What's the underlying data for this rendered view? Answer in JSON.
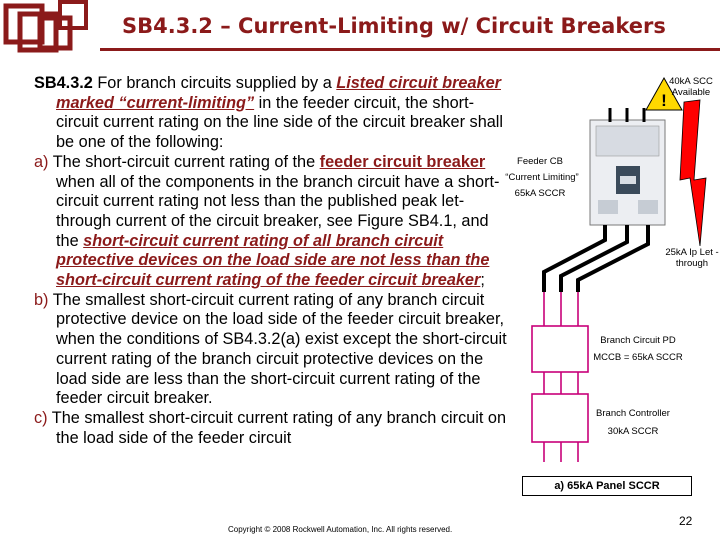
{
  "slide": {
    "title": "SB4.3.2 – Current-Limiting w/ Circuit Breakers",
    "page_number": "22",
    "footer": "Copyright © 2008 Rockwell Automation, Inc. All rights reserved."
  },
  "body": {
    "p1": {
      "num": "SB4.3.2",
      "t1": " For branch circuits supplied by a ",
      "link": "Listed circuit breaker marked “current-limiting”",
      "t2": " in the feeder circuit, the short-circuit current rating on the line side of the circuit breaker shall be one of the following:"
    },
    "p2": {
      "marker": "a)",
      "t1": " The short-circuit current rating of the ",
      "link": "feeder circuit breaker",
      "t2": " when all of the components in the branch circuit have a short-circuit current rating not less than the published peak let-through current of the circuit breaker, see Figure SB4.1, and the ",
      "emph": "short-circuit current rating of all branch circuit protective devices on the load side are not less than the short-circuit current rating of the feeder circuit breaker",
      "t3": ";"
    },
    "p3": {
      "marker": "b)",
      "t1": " The smallest short-circuit current rating of any branch circuit protective device on the load side of the feeder circuit breaker, when the conditions of SB4.3.2(a) exist except the short-circuit current rating of the branch circuit protective devices on the load side are less than the short-circuit current rating of the feeder circuit breaker."
    },
    "p4": {
      "marker": "c)",
      "t1": " The smallest short-circuit current rating of any branch circuit on the load side of the feeder circuit"
    }
  },
  "diagram": {
    "available_label": "40kA SCC Available",
    "feeder_label_1": "Feeder CB",
    "feeder_label_2": "“Current Limiting”",
    "feeder_label_3": "65kA SCCR",
    "letthrough_label": "25kA Ip Let -through",
    "branch_pd_1": "Branch Circuit PD",
    "branch_pd_2": "MCCB = 65kA SCCR",
    "branch_ctrl_1": "Branch Controller",
    "branch_ctrl_2": "30kA SCCR",
    "panel_sccr": "a) 65kA Panel SCCR",
    "warning_mark": "!"
  },
  "colors": {
    "accent": "#8b1a1a",
    "bolt": "#ff0000",
    "sccr_text": "#000080"
  }
}
